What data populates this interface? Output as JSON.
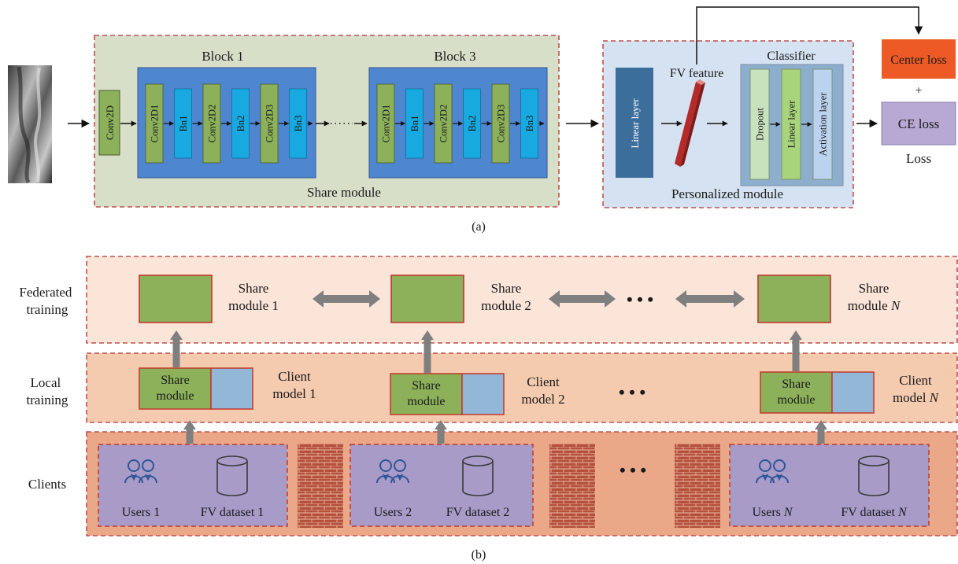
{
  "colors": {
    "share_panel": "#d8dfc9",
    "block_bg": "#4f86d0",
    "conv": "#8cb15a",
    "bn": "#18a9e0",
    "personal_panel": "#d4e2f1",
    "linear_layer": "#3b6e9b",
    "fv_bar": "#b52a2a",
    "classifier_bg": "#8eaecd",
    "dropout": "#c9e2be",
    "linear_small": "#a8d47c",
    "activation": "#bcd3ef",
    "center_loss": "#ee5a25",
    "ce_loss": "#b7a8d4",
    "dash_red": "#c0504d",
    "fed_band": "#fbe4d8",
    "local_band": "#f5cbb0",
    "clients_band": "#eba889",
    "client_box": "#a89bc8",
    "share_green": "#8cb15a",
    "client_blue": "#93b7d7",
    "arrow_gray": "#7f7f7f",
    "brick": "#b5503a"
  },
  "icons": [
    "users-icon",
    "database-icon",
    "brick-wall-icon",
    "ellipsis-icon"
  ],
  "part_a": {
    "block1_title": "Block 1",
    "block3_title": "Block 3",
    "share_module_label": "Share module",
    "conv2d": "Conv2D",
    "block_layers": [
      "Conv2D1",
      "Bn1",
      "Conv2D2",
      "Bn2",
      "Conv2D3",
      "Bn3"
    ],
    "linear_layer": "Linear layer",
    "fv_feature": "FV feature",
    "classifier_title": "Classifier",
    "classifier_layers": [
      "Dropout",
      "Linear layer",
      "Activation layer"
    ],
    "personalized_module_label": "Personalized module",
    "center_loss": "Center loss",
    "plus": "+",
    "ce_loss": "CE loss",
    "loss": "Loss",
    "caption": "(a)"
  },
  "part_b": {
    "row_labels": {
      "federated": [
        "Federated",
        "training"
      ],
      "local": [
        "Local",
        "training"
      ],
      "clients": "Clients"
    },
    "fed_modules": [
      {
        "line1": "Share",
        "line2": "module 1",
        "italic": ""
      },
      {
        "line1": "Share",
        "line2": "module 2",
        "italic": ""
      },
      {
        "line1": "Share",
        "line2": "module ",
        "italic": "N"
      }
    ],
    "local_share_label": [
      "Share",
      "module"
    ],
    "client_models": [
      {
        "line1": "Client",
        "line2": "model 1",
        "italic": ""
      },
      {
        "line1": "Client",
        "line2": "model 2",
        "italic": ""
      },
      {
        "line1": "Client",
        "line2": "model ",
        "italic": "N"
      }
    ],
    "clients": [
      {
        "users": "Users 1",
        "users_italic": "",
        "dataset": "FV dataset 1",
        "dataset_italic": ""
      },
      {
        "users": "Users 2",
        "users_italic": "",
        "dataset": "FV dataset 2",
        "dataset_italic": ""
      },
      {
        "users": "Users ",
        "users_italic": "N",
        "dataset": "FV dataset ",
        "dataset_italic": "N"
      }
    ],
    "ellipsis": "• • •",
    "caption": "(b)"
  }
}
